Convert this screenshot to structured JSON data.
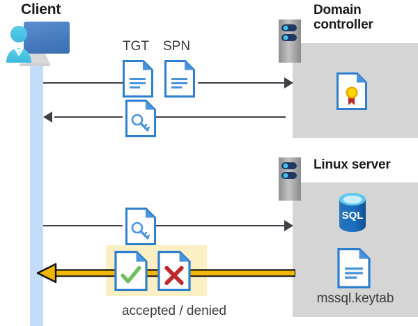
{
  "diagram": {
    "title": "Kerberos authentication flow between client, domain controller and Linux server",
    "type": "sequence-diagram"
  },
  "actors": {
    "client": {
      "label": "Client",
      "icon": "client-computer-user-icon"
    },
    "domain_controller": {
      "label": "Domain\ncontroller",
      "label_line1": "Domain",
      "label_line2": "controller",
      "icon": "server-rack-icon"
    },
    "linux_server": {
      "label": "Linux server",
      "icon": "server-rack-icon"
    }
  },
  "domain_controller_contents": [
    {
      "name": "certificate-document-icon",
      "label": ""
    }
  ],
  "linux_server_contents": [
    {
      "name": "sql-database-icon",
      "label": "SQL"
    },
    {
      "name": "keytab-document-icon",
      "label": "mssql.keytab"
    }
  ],
  "messages": [
    {
      "id": "msg-1",
      "direction": "right",
      "from": "client",
      "to": "domain_controller",
      "payload_labels": [
        "TGT",
        "SPN"
      ],
      "payload_icons": [
        "document-icon",
        "document-icon"
      ]
    },
    {
      "id": "msg-2",
      "direction": "left",
      "from": "domain_controller",
      "to": "client",
      "payload_labels": [],
      "payload_icons": [
        "document-key-icon"
      ]
    },
    {
      "id": "msg-3",
      "direction": "right",
      "from": "client",
      "to": "linux_server",
      "payload_labels": [],
      "payload_icons": [
        "document-key-icon"
      ]
    },
    {
      "id": "msg-4",
      "direction": "left",
      "from": "linux_server",
      "to": "client",
      "payload_labels": [],
      "payload_icons": [
        "document-check-icon",
        "document-x-icon"
      ],
      "caption": "accepted / denied",
      "highlighted": true,
      "arrow_style": "gold"
    }
  ],
  "labels": {
    "tgt": "TGT",
    "spn": "SPN",
    "accepted_denied": "accepted / denied",
    "keytab_file": "mssql.keytab",
    "sql": "SQL"
  },
  "colors": {
    "background": "#ffffff",
    "lane_blue": "#c3dcf7",
    "panel_gray": "#d5d5d5",
    "highlight_yellow": "#fbf0c4",
    "arrow_gray": "#3f3f46",
    "arrow_gold": "#f2b705",
    "doc_border_blue": "#2f7fd1",
    "monitor_blue": "#4a7fc1",
    "person_cyan": "#45c3e6",
    "rack_gray": "#a6a6a6",
    "rack_bar_navy": "#1f3864",
    "sql_blue": "#1b6ec2",
    "check_green": "#6cbf5a",
    "x_red": "#c0272d",
    "seal_gold": "#ffd400",
    "seal_red": "#c0272d",
    "text_dark": "#1a1a1a",
    "text_gray": "#3b3b3b"
  }
}
